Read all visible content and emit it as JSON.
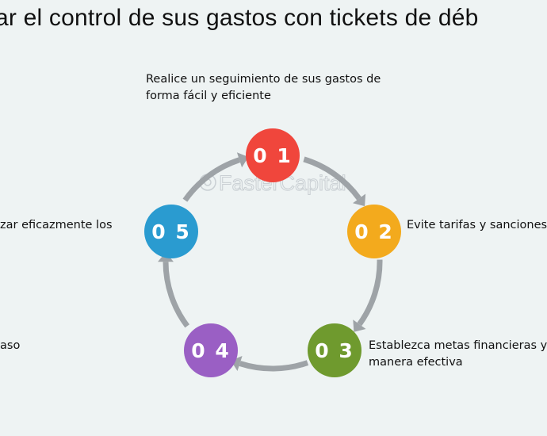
{
  "title": "ar el control de sus gastos con tickets de déb",
  "watermark": "FasterCapital",
  "steps": [
    {
      "number": "0 1",
      "color": "#f0463c",
      "text": [
        "Realice un seguimiento de sus gastos de",
        "forma fácil y eficiente"
      ]
    },
    {
      "number": "0 2",
      "color": "#f3aa1d",
      "text": [
        "Evite tarifas y sanciones"
      ]
    },
    {
      "number": "0 3",
      "color": "#6f9a2e",
      "text": [
        "Establezca metas financieras y",
        "manera efectiva"
      ]
    },
    {
      "number": "0 4",
      "color": "#9a5fc4",
      "text": [
        "aso"
      ]
    },
    {
      "number": "0 5",
      "color": "#2a9bd0",
      "text": [
        "zar eficazmente los"
      ]
    }
  ],
  "arrow_color": "#9ea3a7"
}
